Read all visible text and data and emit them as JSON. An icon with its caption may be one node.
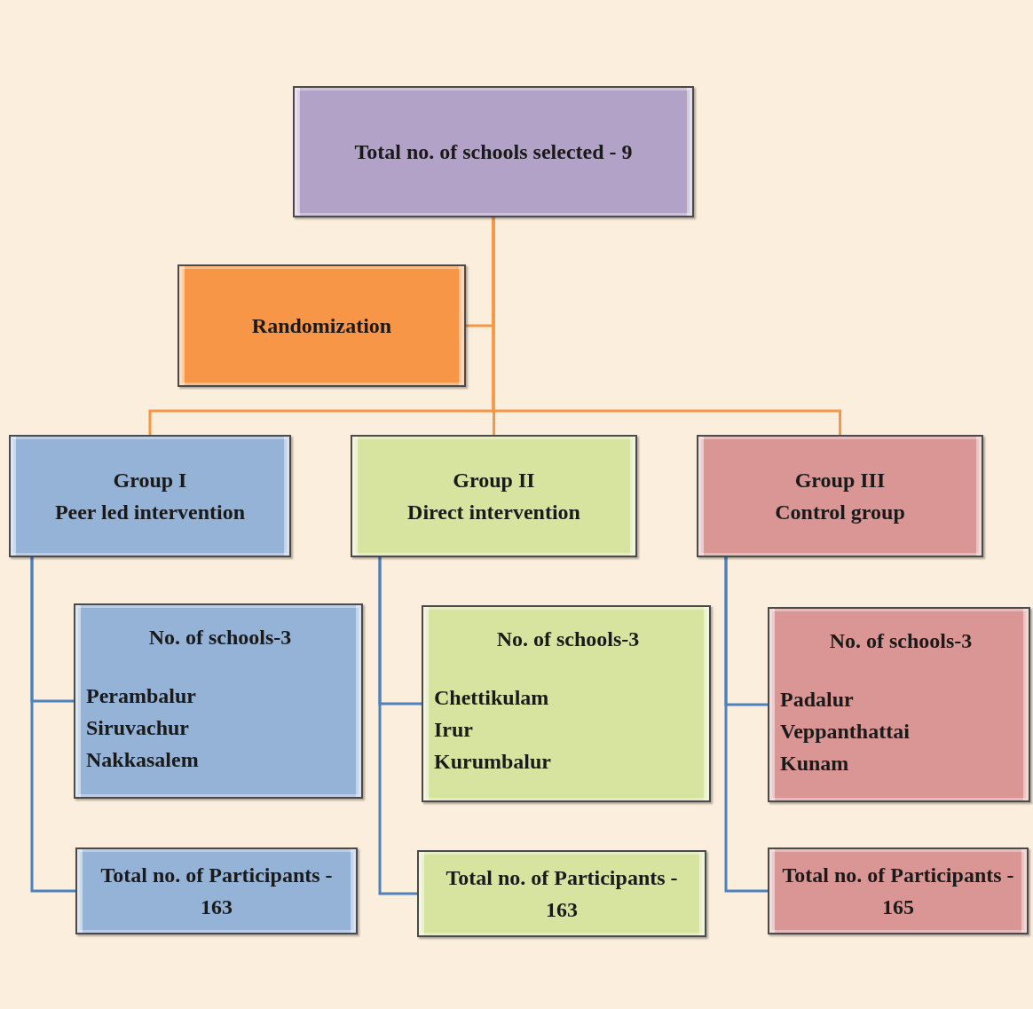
{
  "diagram": {
    "nodes": [
      {
        "text": [
          "Total no. of schools selected - 9"
        ]
      },
      {
        "text": [
          "Randomization"
        ]
      },
      {
        "text": [
          "Group I",
          "Peer led intervention"
        ]
      },
      {
        "text": [
          "Group II",
          "Direct intervention"
        ]
      },
      {
        "text": [
          "Group III",
          "Control group"
        ]
      },
      {
        "text": [
          "No. of schools-3",
          "Perambalur",
          "Siruvachur",
          "Nakkasalem"
        ]
      },
      {
        "text": [
          "No. of schools-3",
          "Chettikulam",
          "Irur",
          "Kurumbalur"
        ]
      },
      {
        "text": [
          "No. of schools-3",
          "Padalur",
          "Veppanthattai",
          "Kunam"
        ]
      },
      {
        "text": [
          "Total no. of Participants - 163"
        ]
      },
      {
        "text": [
          "Total no. of Participants - 163"
        ]
      },
      {
        "text": [
          "Total no. of Participants - 165"
        ]
      }
    ],
    "edges": [
      {
        "from": 1,
        "to": 0,
        "arrow": "none",
        "color": "#f79646"
      },
      {
        "from": 0,
        "to": 2,
        "arrow": "none",
        "color": "#f79646"
      },
      {
        "from": 0,
        "to": 3,
        "arrow": "none",
        "color": "#f79646"
      },
      {
        "from": 0,
        "to": 4,
        "arrow": "none",
        "color": "#f79646"
      },
      {
        "from": 2,
        "to": 5,
        "arrow": "none"
      },
      {
        "from": 2,
        "to": 8,
        "arrow": "none"
      },
      {
        "from": 3,
        "to": 6,
        "arrow": "none"
      },
      {
        "from": 3,
        "to": 9,
        "arrow": "none"
      },
      {
        "from": 4,
        "to": 7,
        "arrow": "none"
      },
      {
        "from": 4,
        "to": 10,
        "arrow": "none"
      }
    ]
  }
}
